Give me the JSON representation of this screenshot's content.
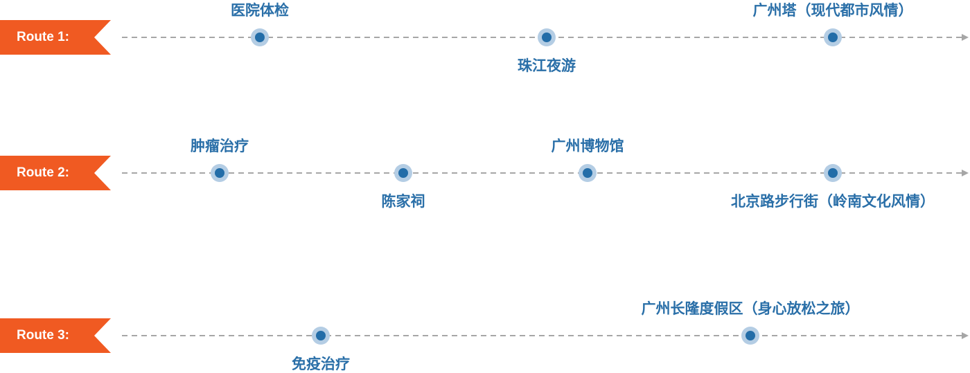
{
  "colors": {
    "tag_background": "#f05a22",
    "tag_text": "#ffffff",
    "line": "#a6a6a6",
    "dot_outer": "#b4cde4",
    "dot_inner": "#236da8",
    "label_text": "#2a6fa8"
  },
  "routes": [
    {
      "label": "Route 1:",
      "stops": [
        {
          "name": "医院体检",
          "label_position": "above"
        },
        {
          "name": "珠江夜游",
          "label_position": "below"
        },
        {
          "name": "广州塔（现代都市风情）",
          "label_position": "above"
        }
      ]
    },
    {
      "label": "Route 2:",
      "stops": [
        {
          "name": "肿瘤治疗",
          "label_position": "above"
        },
        {
          "name": "陈家祠",
          "label_position": "below"
        },
        {
          "name": "广州博物馆",
          "label_position": "above"
        },
        {
          "name": "北京路步行街（岭南文化风情）",
          "label_position": "below"
        }
      ]
    },
    {
      "label": "Route 3:",
      "stops": [
        {
          "name": "免疫治疗",
          "label_position": "below"
        },
        {
          "name": "广州长隆度假区（身心放松之旅）",
          "label_position": "above"
        }
      ]
    }
  ]
}
